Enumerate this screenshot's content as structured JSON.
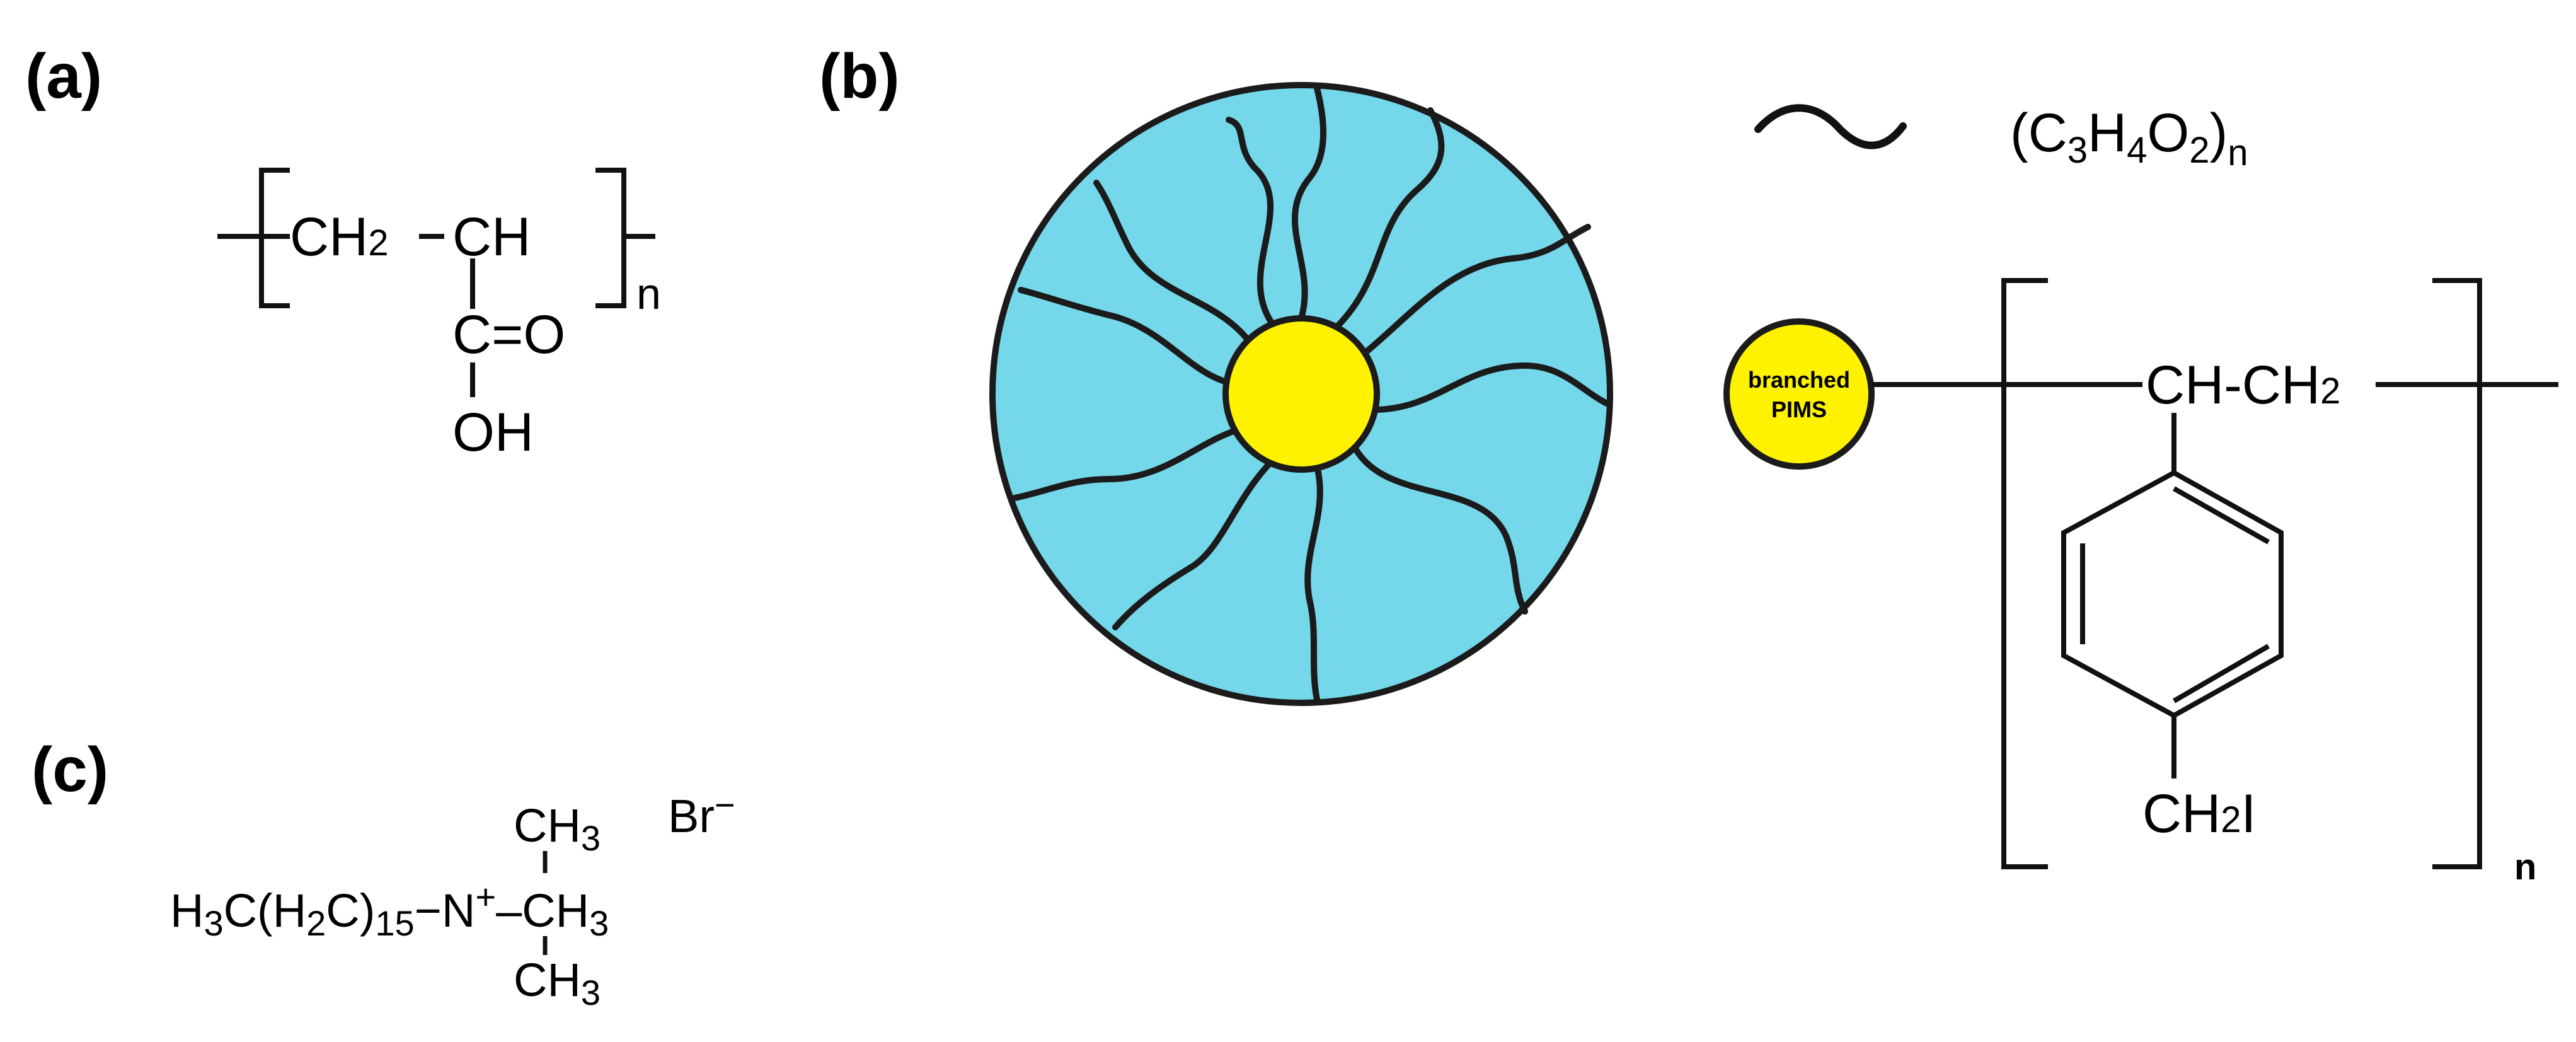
{
  "labels": {
    "panel_a": "(a)",
    "panel_b": "(b)",
    "panel_c": "(c)"
  },
  "panel_a": {
    "ch2": "CH",
    "ch2_sub": "2",
    "ch": "CH",
    "carbonyl": "C=O",
    "hydroxyl": "OH",
    "subscript_n": "n"
  },
  "panel_b": {
    "tilde": "~",
    "repeat_unit": {
      "open": "(C",
      "c_sub": "3",
      "h": "H",
      "h_sub": "4",
      "o": "O",
      "o_sub": "2",
      "close": ")",
      "n": "n"
    },
    "core_label_line1": "branched",
    "core_label_line2": "PIMS",
    "chain_text": "CH-CH",
    "chain_sub": "2",
    "pendant": "CH",
    "pendant_sub": "2",
    "pendant_end": "I",
    "subscript_n": "n"
  },
  "panel_c": {
    "top_methyl": "CH",
    "top_methyl_sub": "3",
    "counterion": "Br",
    "counterion_charge": "−",
    "tail_h3c": "H",
    "tail_h3c_sub": "3",
    "tail_c_h2c": "C(H",
    "tail_h2c_sub": "2",
    "tail_close": "C)",
    "tail_count": "15",
    "bond_dash": "−",
    "nitrogen": "N",
    "charge": "+",
    "right_methyl": "–CH",
    "right_methyl_sub": "3",
    "bottom_methyl": "CH",
    "bottom_methyl_sub": "3"
  },
  "colors": {
    "shell": "#75d8ea",
    "core": "#fff200",
    "stroke": "#1b1b1b"
  }
}
